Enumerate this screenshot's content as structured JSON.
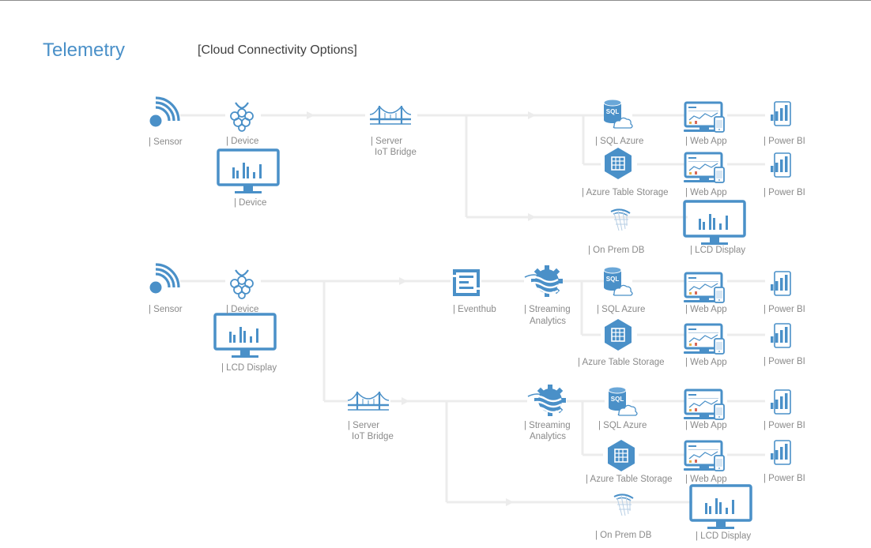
{
  "title": "Telemetry",
  "subtitle": "[Cloud Connectivity Options]",
  "colors": {
    "accent": "#4a90c8",
    "connector": "#ececec",
    "label": "#8a8a8a"
  },
  "labels": {
    "r1_sensor": "| Sensor",
    "r1_device": "| Device",
    "r1_device2": "| Device",
    "r1_bridge_1": "| Server",
    "r1_bridge_2": "IoT Bridge",
    "r1_sql": "| SQL Azure",
    "r1_table": "| Azure Table  Storage",
    "r1_onprem": "| On Prem DB",
    "r1_webapp1": "| Web App",
    "r1_webapp2": "| Web App",
    "r1_lcd": "| LCD Display",
    "r1_pbi1": "| Power BI",
    "r1_pbi2": "| Power BI",
    "r2_sensor": "| Sensor",
    "r2_device": "| Device",
    "r2_lcd": "| LCD Display",
    "r2_eventhub": "| Eventhub",
    "r2_sa_1": "| Streaming",
    "r2_sa_2": "Analytics",
    "r2_sql": "| SQL Azure",
    "r2_table": "| Azure Table  Storage",
    "r2_webapp1": "| Web App",
    "r2_webapp2": "| Web App",
    "r2_pbi1": "| Power BI",
    "r2_pbi2": "| Power BI",
    "r3_bridge_1": "| Server",
    "r3_bridge_2": "IoT Bridge",
    "r3_sa_1": "| Streaming",
    "r3_sa_2": "Analytics",
    "r3_sql": "| SQL Azure",
    "r3_table": "| Azure Table  Storage",
    "r3_onprem": "| On Prem DB",
    "r3_webapp1": "| Web App",
    "r3_webapp2": "| Web App",
    "r3_lcd": "| LCD Display",
    "r3_pbi1": "| Power BI",
    "r3_pbi2": "| Power BI"
  }
}
